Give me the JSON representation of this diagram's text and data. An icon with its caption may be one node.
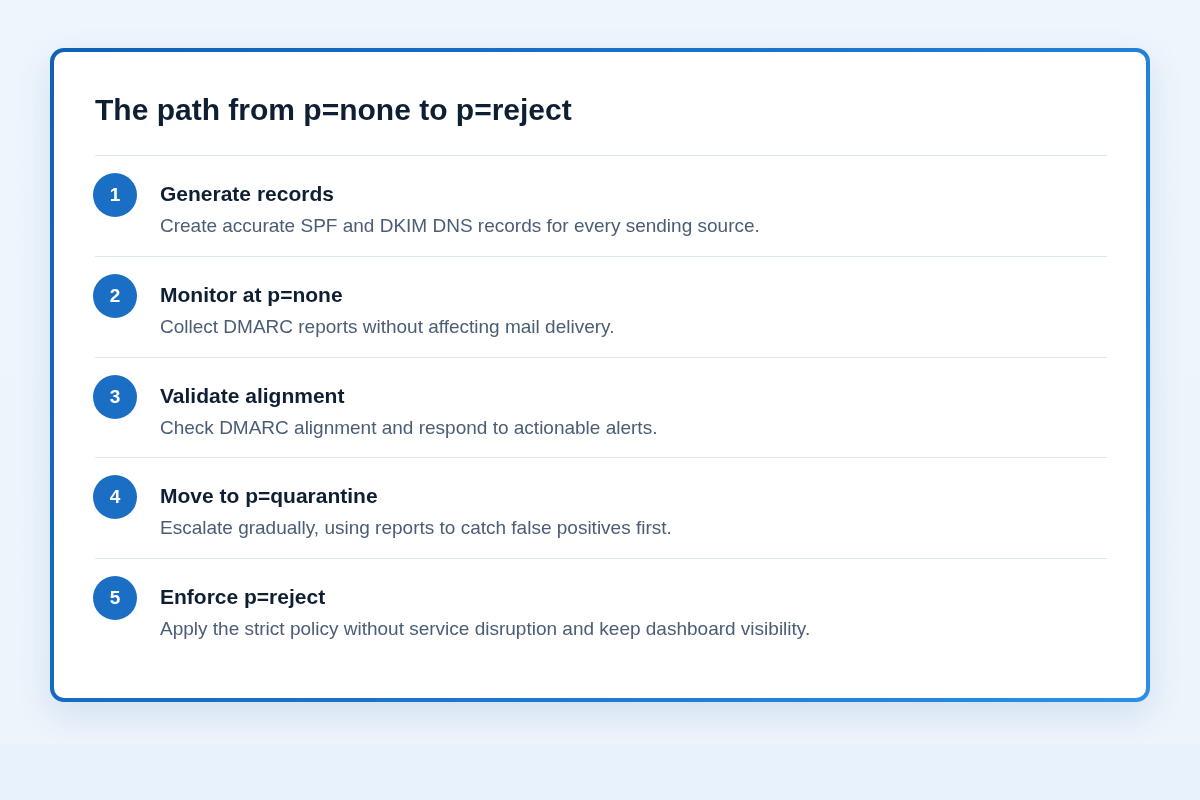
{
  "diagram": {
    "title": "The path from p=none to p=reject",
    "nodes": [
      {
        "text": [
          "1"
        ],
        "beside": [
          "Generate records",
          "Create accurate SPF and DKIM DNS records for every sending source."
        ]
      },
      {
        "text": [
          "2"
        ],
        "beside": [
          "Monitor at p=none",
          "Collect DMARC reports without affecting mail delivery."
        ]
      },
      {
        "text": [
          "3"
        ],
        "beside": [
          "Validate alignment",
          "Check DMARC alignment and respond to actionable alerts."
        ]
      },
      {
        "text": [
          "4"
        ],
        "beside": [
          "Move to p=quarantine",
          "Escalate gradually, using reports to catch false positives first."
        ]
      },
      {
        "text": [
          "5"
        ],
        "beside": [
          "Enforce p=reject",
          "Apply the strict policy without service disruption and keep dashboard visibility."
        ]
      }
    ]
  }
}
